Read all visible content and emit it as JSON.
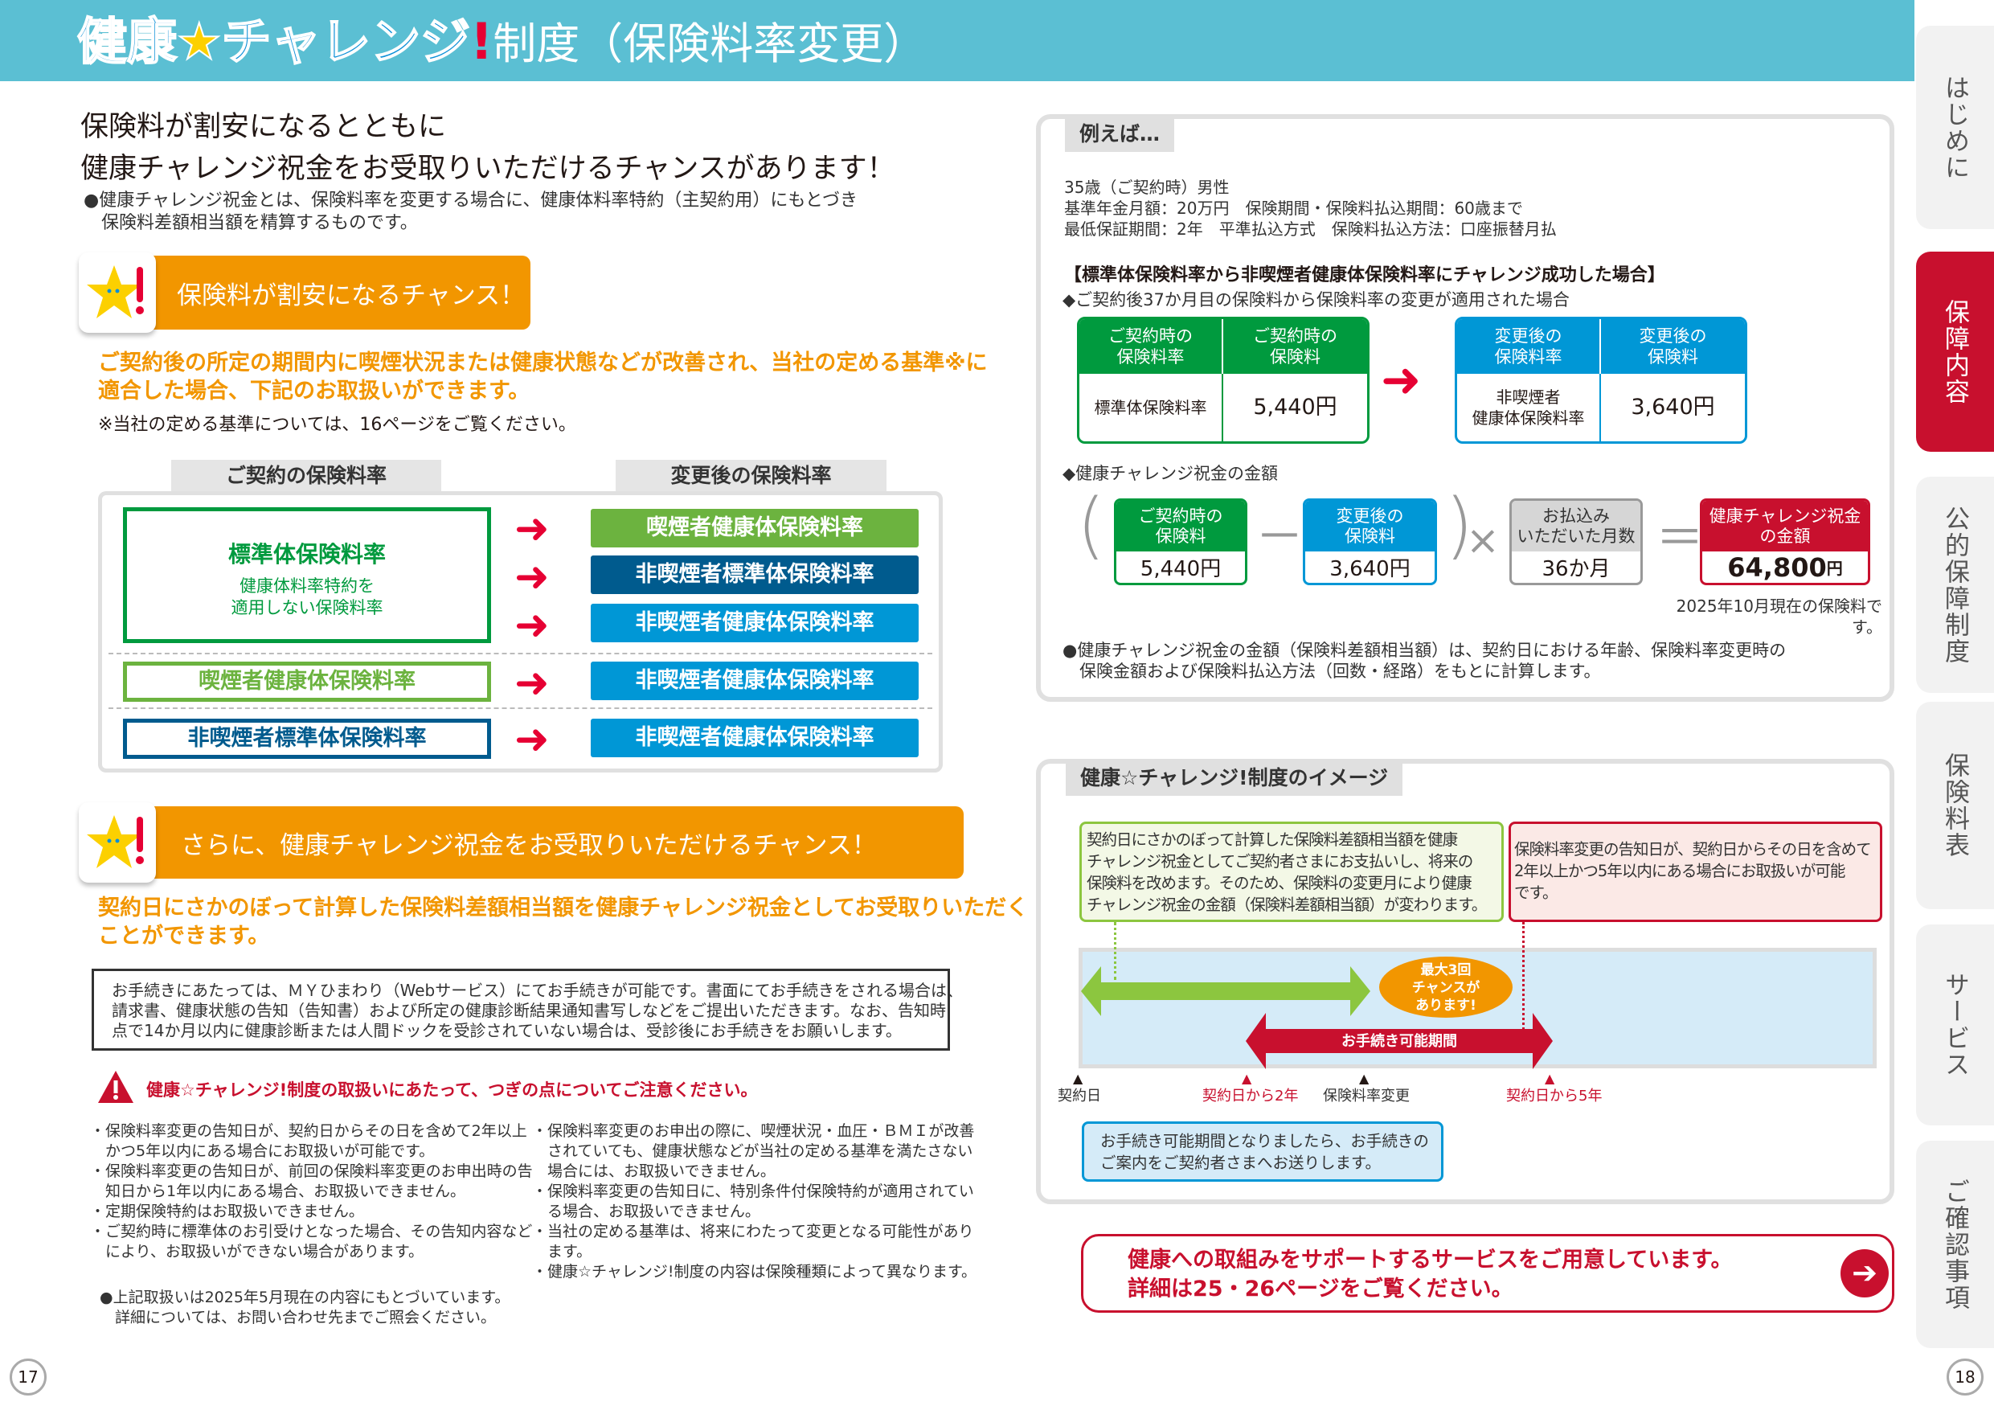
{
  "header": {
    "title_a": "健康",
    "title_b": "チャレンジ",
    "title_bang": "!",
    "title_c": "制度（保険料率変更）"
  },
  "left": {
    "heading": [
      "保険料が割安になるとともに",
      "健康チャレンジ祝金をお受取りいただけるチャンスがあります！"
    ],
    "intro": [
      "●健康チャレンジ祝金とは、保険料率を変更する場合に、健康体料率特約（主契約用）にもとづき",
      "　保険料差額相当額を精算するものです。"
    ],
    "banner1": "保険料が割安になるチャンス！",
    "orange1": [
      "ご契約後の所定の期間内に喫煙状況または健康状態などが改善され、当社の定める基準※に",
      "適合した場合、下記のお取扱いができます。"
    ],
    "note1": "※当社の定める基準については、16ページをご覧ください。",
    "table": {
      "left_header": "ご契約の保険料率",
      "right_header": "変更後の保険料率",
      "std_title": "標準体保険料率",
      "std_sub": [
        "健康体料率特約を",
        "適用しない保険料率"
      ],
      "smoker_healthy": "喫煙者健康体保険料率",
      "nonsmoker_std": "非喫煙者標準体保険料率",
      "nonsmoker_healthy": "非喫煙者健康体保険料率"
    },
    "banner2": "さらに、健康チャレンジ祝金をお受取りいただけるチャンス！",
    "orange2": [
      "契約日にさかのぼって計算した保険料差額相当額を健康チャレンジ祝金としてお受取りいただく",
      "ことができます。"
    ],
    "procedure": [
      "お手続きにあたっては、ＭＹひまわり（Webサービス）にてお手続きが可能です。書面にてお手続きをされる場合は、",
      "請求書、健康状態の告知（告知書）および所定の健康診断結果通知書写しなどをご提出いただきます。なお、告知時",
      "点で14か月以内に健康診断または人間ドックを受診されていない場合は、受診後にお手続きをお願いします。"
    ],
    "warning": "健康☆チャレンジ!制度の取扱いにあたって、つぎの点についてご注意ください。",
    "notes_left": [
      "・保険料率変更の告知日が、契約日からその日を含めて2年以上",
      "　かつ5年以内にある場合にお取扱いが可能です。",
      "・保険料率変更の告知日が、前回の保険料率変更のお申出時の告",
      "　知日から1年以内にある場合、お取扱いできません。",
      "・定期保険特約はお取扱いできません。",
      "・ご契約時に標準体のお引受けとなった場合、その告知内容など",
      "　により、お取扱いができない場合があります。"
    ],
    "notes_right": [
      "・保険料率変更のお申出の際に、喫煙状況・血圧・ＢＭＩが改善",
      "　されていても、健康状態などが当社の定める基準を満たさない",
      "　場合には、お取扱いできません。",
      "・保険料率変更の告知日に、特別条件付保険特約が適用されてい",
      "　る場合、お取扱いできません。",
      "・当社の定める基準は、将来にわたって変更となる可能性があり",
      "　ます。",
      "・健康☆チャレンジ!制度の内容は保険種類によって異なります。"
    ],
    "footnote": [
      "●上記取扱いは2025年5月現在の内容にもとづいています。",
      "　詳細については、お問い合わせ先までご照会ください。"
    ]
  },
  "example": {
    "tab": "例えば…",
    "conditions": [
      "35歳（ご契約時）男性",
      "基準年金月額：20万円　保険期間・保険料払込期間：60歳まで",
      "最低保証期間：2年　平準払込方式　保険料払込方法：口座振替月払"
    ],
    "case_title": "【標準体保険料率から非喫煙者健康体保険料率にチャレンジ成功した場合】",
    "case_sub": "◆ご契約後37か月目の保険料から保険料率の変更が適用された場合",
    "before": {
      "h1": [
        "ご契約時の",
        "保険料率"
      ],
      "h2": [
        "ご契約時の",
        "保険料"
      ],
      "v1": "標準体保険料率",
      "v2": "5,440円"
    },
    "after": {
      "h1": [
        "変更後の",
        "保険料率"
      ],
      "h2": [
        "変更後の",
        "保険料"
      ],
      "v1": [
        "非喫煙者",
        "健康体保険料率"
      ],
      "v2": "3,640円"
    },
    "amount_title": "◆健康チャレンジ祝金の金額",
    "formula": {
      "b1": [
        "ご契約時の",
        "保険料"
      ],
      "v1": "5,440円",
      "b2": [
        "変更後の",
        "保険料"
      ],
      "v2": "3,640円",
      "b3": [
        "お払込み",
        "いただいた月数"
      ],
      "v3": "36か月",
      "b4": [
        "健康チャレンジ祝金",
        "の金額"
      ],
      "v4": "64,800",
      "v4_unit": "円",
      "minus": "－",
      "times": "×",
      "equals": "＝",
      "lparen": "(",
      "rparen": ")"
    },
    "as_of": "2025年10月現在の保険料です。",
    "note": [
      "●健康チャレンジ祝金の金額（保険料差額相当額）は、契約日における年齢、保険料率変更時の",
      "　保険金額および保険料払込方法（回数・経路）をもとに計算します。"
    ]
  },
  "image": {
    "tab": "健康☆チャレンジ!制度のイメージ",
    "green_box": [
      "契約日にさかのぼって計算した保険料差額相当額を健康",
      "チャレンジ祝金としてご契約者さまにお支払いし、将来の",
      "保険料を改めます。そのため、保険料の変更月により健康",
      "チャレンジ祝金の金額（保険料差額相当額）が変わります。"
    ],
    "red_box": [
      "保険料率変更の告知日が、契約日からその日を含めて",
      "2年以上かつ5年以内にある場合にお取扱いが可能",
      "です。"
    ],
    "bubble": [
      "最大3回",
      "チャンスが",
      "あります!"
    ],
    "period": "お手続き可能期間",
    "markers": [
      "契約日",
      "契約日から2年",
      "保険料率変更",
      "契約日から5年"
    ],
    "blue_box": [
      "お手続き可能期間となりましたら、お手続きの",
      "ご案内をご契約者さまへお送りします。"
    ]
  },
  "service": [
    "健康への取組みをサポートするサービスをご用意しています。",
    "詳細は25・26ページをご覧ください。"
  ],
  "sidebar": [
    "はじめに",
    "保障内容",
    "公的保障制度",
    "保険料表",
    "サービス",
    "ご確認事項"
  ],
  "pages": {
    "left": "17",
    "right": "18"
  },
  "colors": {
    "teal": "#5bbfd3",
    "orange": "#f29600",
    "green": "#009a3e",
    "blue": "#0097d6",
    "red": "#c8102e"
  }
}
